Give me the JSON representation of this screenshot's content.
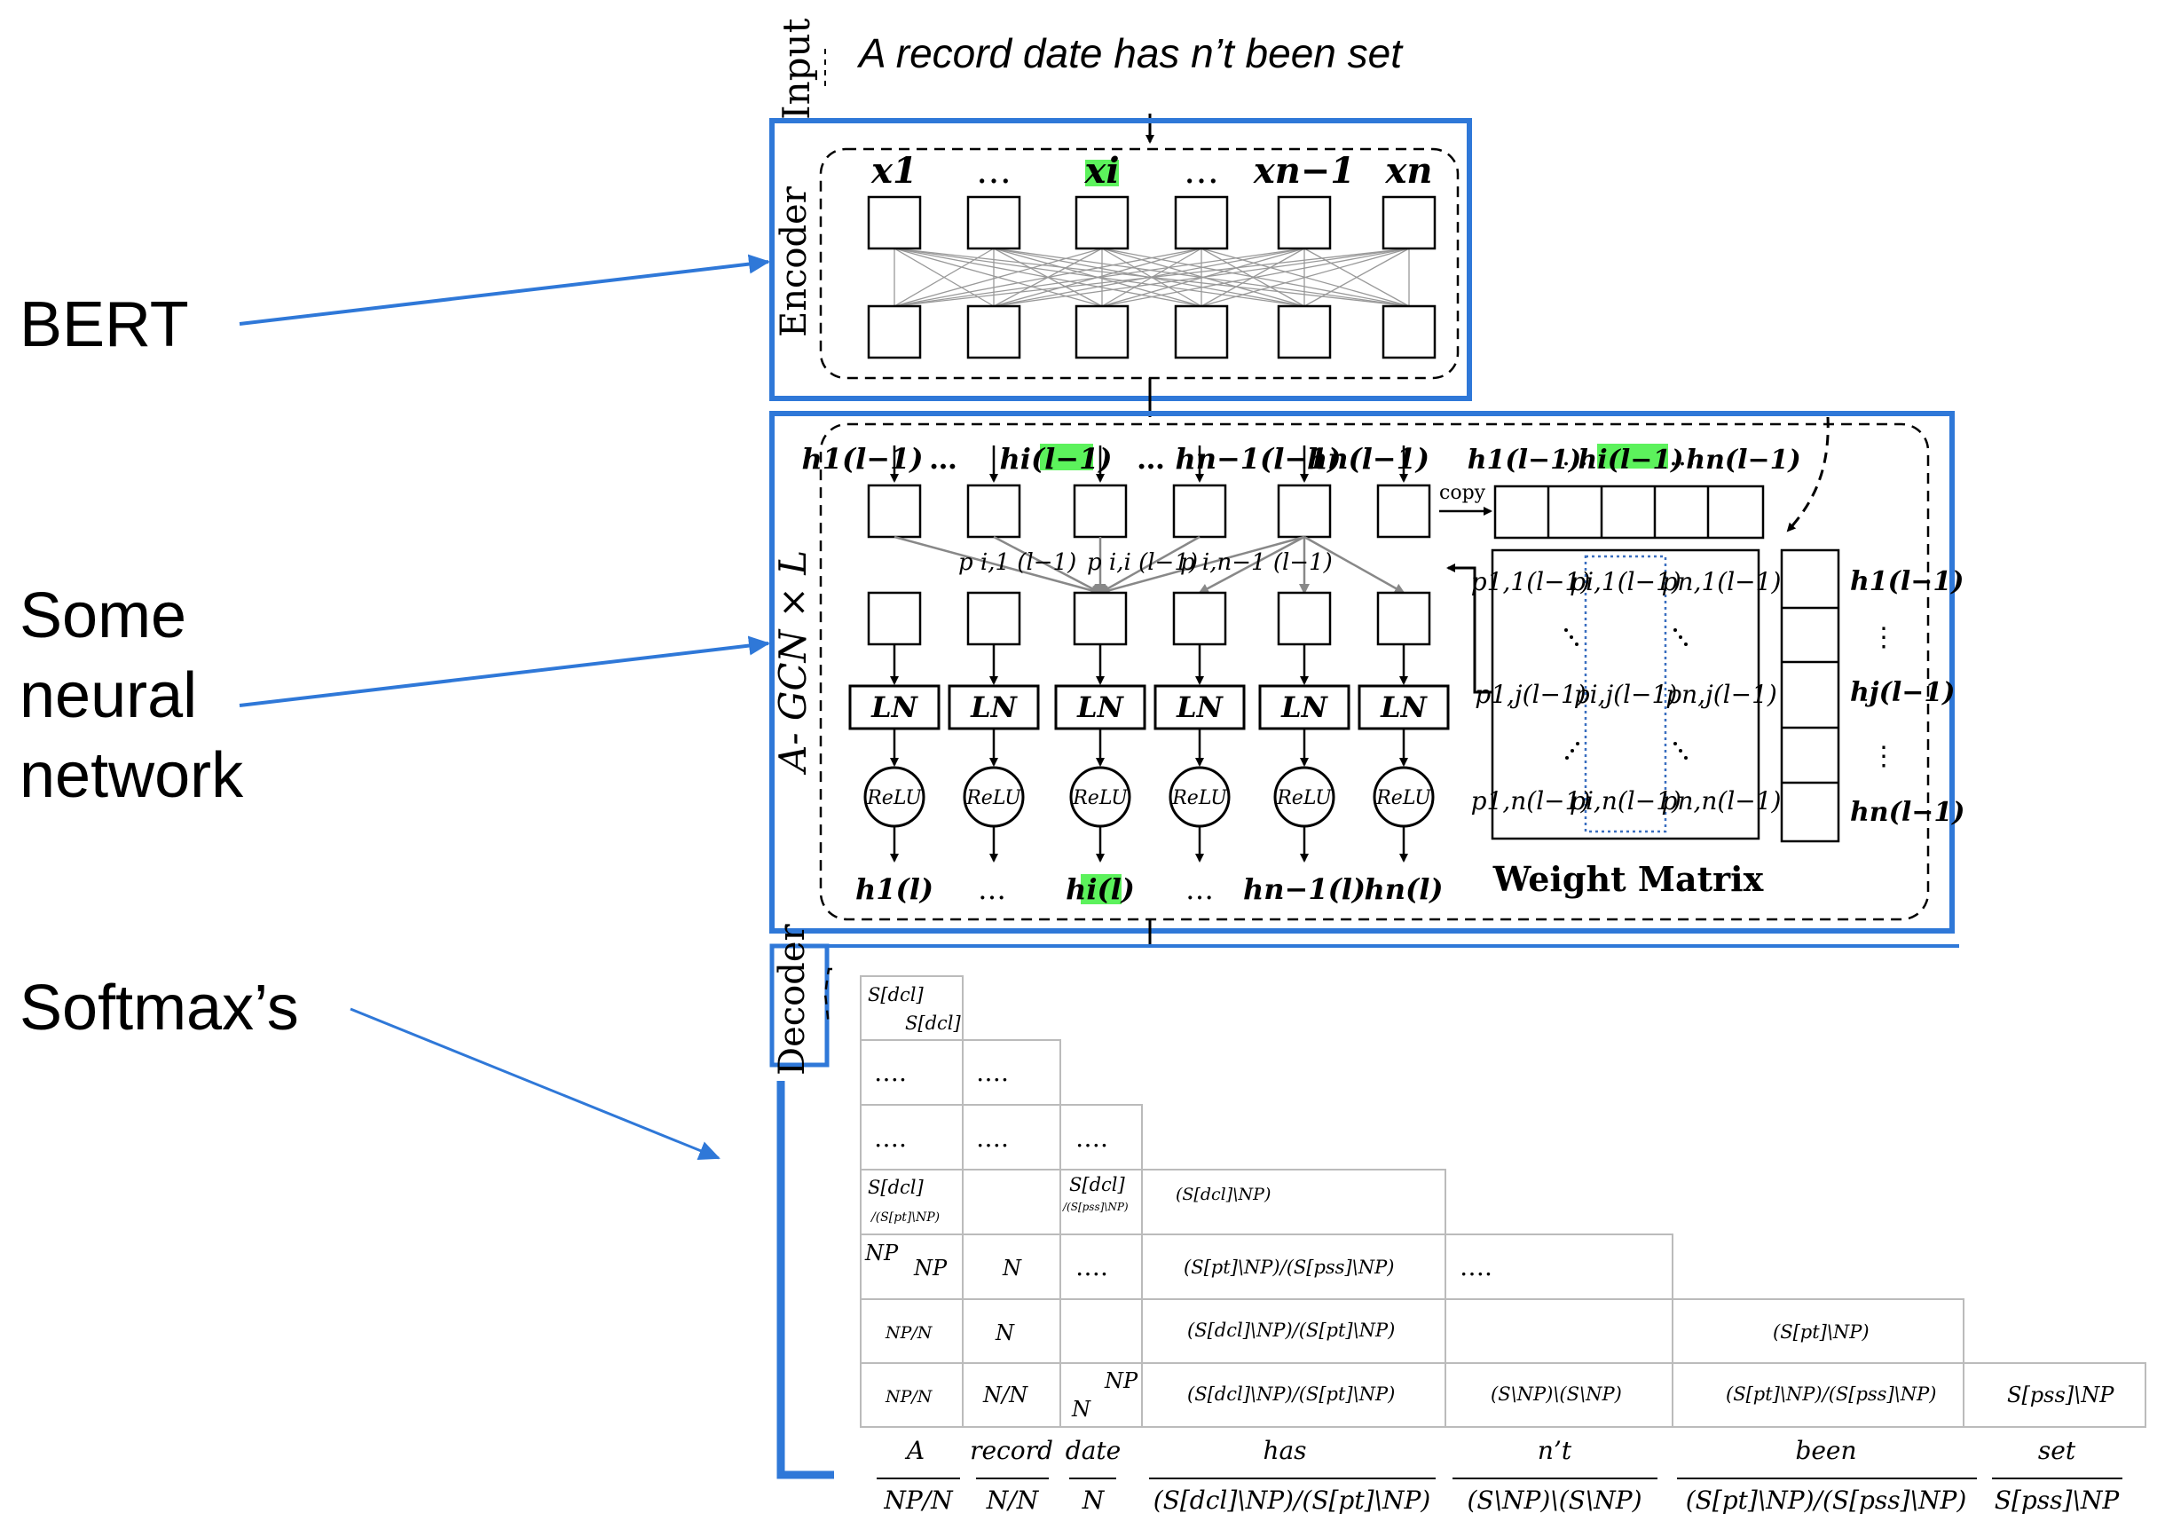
{
  "side_labels": {
    "bert": "BERT",
    "some_neural_network": [
      "Some",
      "neural",
      "network"
    ],
    "softmaxs": "Softmax’s"
  },
  "input": {
    "label": "Input",
    "sentence": "A record date has n’t been set"
  },
  "encoder": {
    "label": "Encoder",
    "tokens": [
      "x1",
      "…",
      "xi",
      "…",
      "xn−1",
      "xn"
    ]
  },
  "gcn": {
    "label": "A- GCN × L",
    "inputs": [
      "h1(l−1)",
      "…",
      "hi(l−1)",
      "…",
      "hn−1(l−1)",
      "hn(l−1)"
    ],
    "copy_label": "copy",
    "copy_header": [
      "h1(l−1)",
      "…",
      "hi(l−1)",
      "…",
      "hn(l−1)"
    ],
    "edge_weights": [
      "p i,1 (l−1)",
      "p i,i (l−1)",
      "p i,n−1 (l−1)"
    ],
    "layer_norm": "LN",
    "activation": "ReLU",
    "outputs": [
      "h1(l)",
      "…",
      "hi(l)",
      "…",
      "hn−1(l)",
      "hn(l)"
    ],
    "weight_matrix_title": "Weight Matrix",
    "matrix_cells": [
      [
        "p1,1(l−1)",
        "pi,1(l−1)",
        "pn,1(l−1)"
      ],
      [
        "p1,j(l−1)",
        "pi,j(l−1)",
        "pn,j(l−1)"
      ],
      [
        "p1,n(l−1)",
        "pi,n(l−1)",
        "pn,n(l−1)"
      ]
    ],
    "vector_labels": [
      "h1(l−1)",
      "⋮",
      "hj(l−1)",
      "⋮",
      "hn(l−1)"
    ]
  },
  "decoder": {
    "label": "Decoder",
    "chart_rows": [
      [
        "S[dcl]",
        "S[dcl]"
      ],
      [
        "….",
        "…."
      ],
      [
        "….",
        "….",
        "…."
      ],
      [
        "S[dcl]",
        "/(S[pt]\\NP)",
        "S[dcl]",
        "/(S[pss]\\NP)",
        "(S[dcl]\\NP)"
      ],
      [
        "NP",
        "NP",
        "N",
        "….",
        "(S[pt]\\NP)/(S[pss]\\NP)",
        "…."
      ],
      [
        "NP/N",
        "N",
        "(S[dcl]\\NP)/(S[pt]\\NP)",
        "(S[pt]\\NP)"
      ],
      [
        "NP/N",
        "N/N",
        "NP",
        "N",
        "(S[dcl]\\NP)/(S[pt]\\NP)",
        "(S\\NP)\\(S\\NP)",
        "(S[pt]\\NP)/(S[pss]\\NP)",
        "S[pss]\\NP"
      ]
    ],
    "words": [
      "A",
      "record",
      "date",
      "has",
      "n’t",
      "been",
      "set"
    ],
    "supertags": [
      "NP/N",
      "N/N",
      "N",
      "(S[dcl]\\NP)/(S[pt]\\NP)",
      "(S\\NP)\\(S\\NP)",
      "(S[pt]\\NP)/(S[pss]\\NP)",
      "S[pss]\\NP"
    ]
  },
  "colors": {
    "accent_blue": "#2f78d8",
    "highlight_green": "#5cf25c",
    "matrix_dotted": "#3a6fc0"
  }
}
